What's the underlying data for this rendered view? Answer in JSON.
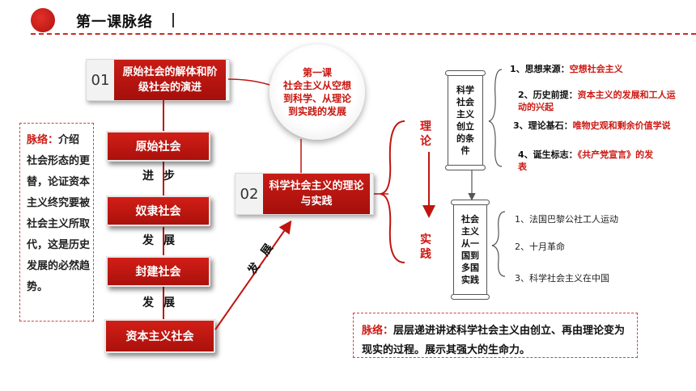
{
  "header": {
    "title": "第一课脉络"
  },
  "section1": {
    "num": "01",
    "title": "原始社会的解体和阶级社会的演进"
  },
  "stages": [
    "原始社会",
    "奴隶社会",
    "封建社会",
    "资本主义社会"
  ],
  "progress_labels": [
    "进步",
    "发展",
    "发展"
  ],
  "diagonal_label": "发展",
  "summary_left": {
    "label": "脉络：",
    "text": "介绍社会形态的更替，论证资本主义终究要被社会主义所取代，这是历史发展的必然趋势。"
  },
  "circle": {
    "line1": "第一课",
    "line2": "社会主义从空想到科学、从理论到实践的发展"
  },
  "section2": {
    "num": "02",
    "title": "科学社会主义的理论与实践"
  },
  "labels": {
    "theory": "理论",
    "practice": "实践"
  },
  "scroll1": "科学社会主义创立的条件",
  "scroll2": "社会主义从一国到多国实践",
  "conditions": [
    {
      "label": "1、思想来源：",
      "value": "空想社会主义"
    },
    {
      "label": "2、历史前提：",
      "value": "资本主义的发展和工人运动的兴起"
    },
    {
      "label": "3、理论基石：",
      "value": "唯物史观和剩余价值学说"
    },
    {
      "label": "4、诞生标志：",
      "value": "《共产党宣言》的发表"
    }
  ],
  "practices": [
    "1、法国巴黎公社工人运动",
    "2、十月革命",
    "3、科学社会主义在中国"
  ],
  "summary_bottom": {
    "label": "脉络：",
    "text": "层层递进讲述科学社会主义由创立、再由理论变为现实的过程。展示其强大的生命力。"
  },
  "colors": {
    "accent": "#c81c16"
  }
}
